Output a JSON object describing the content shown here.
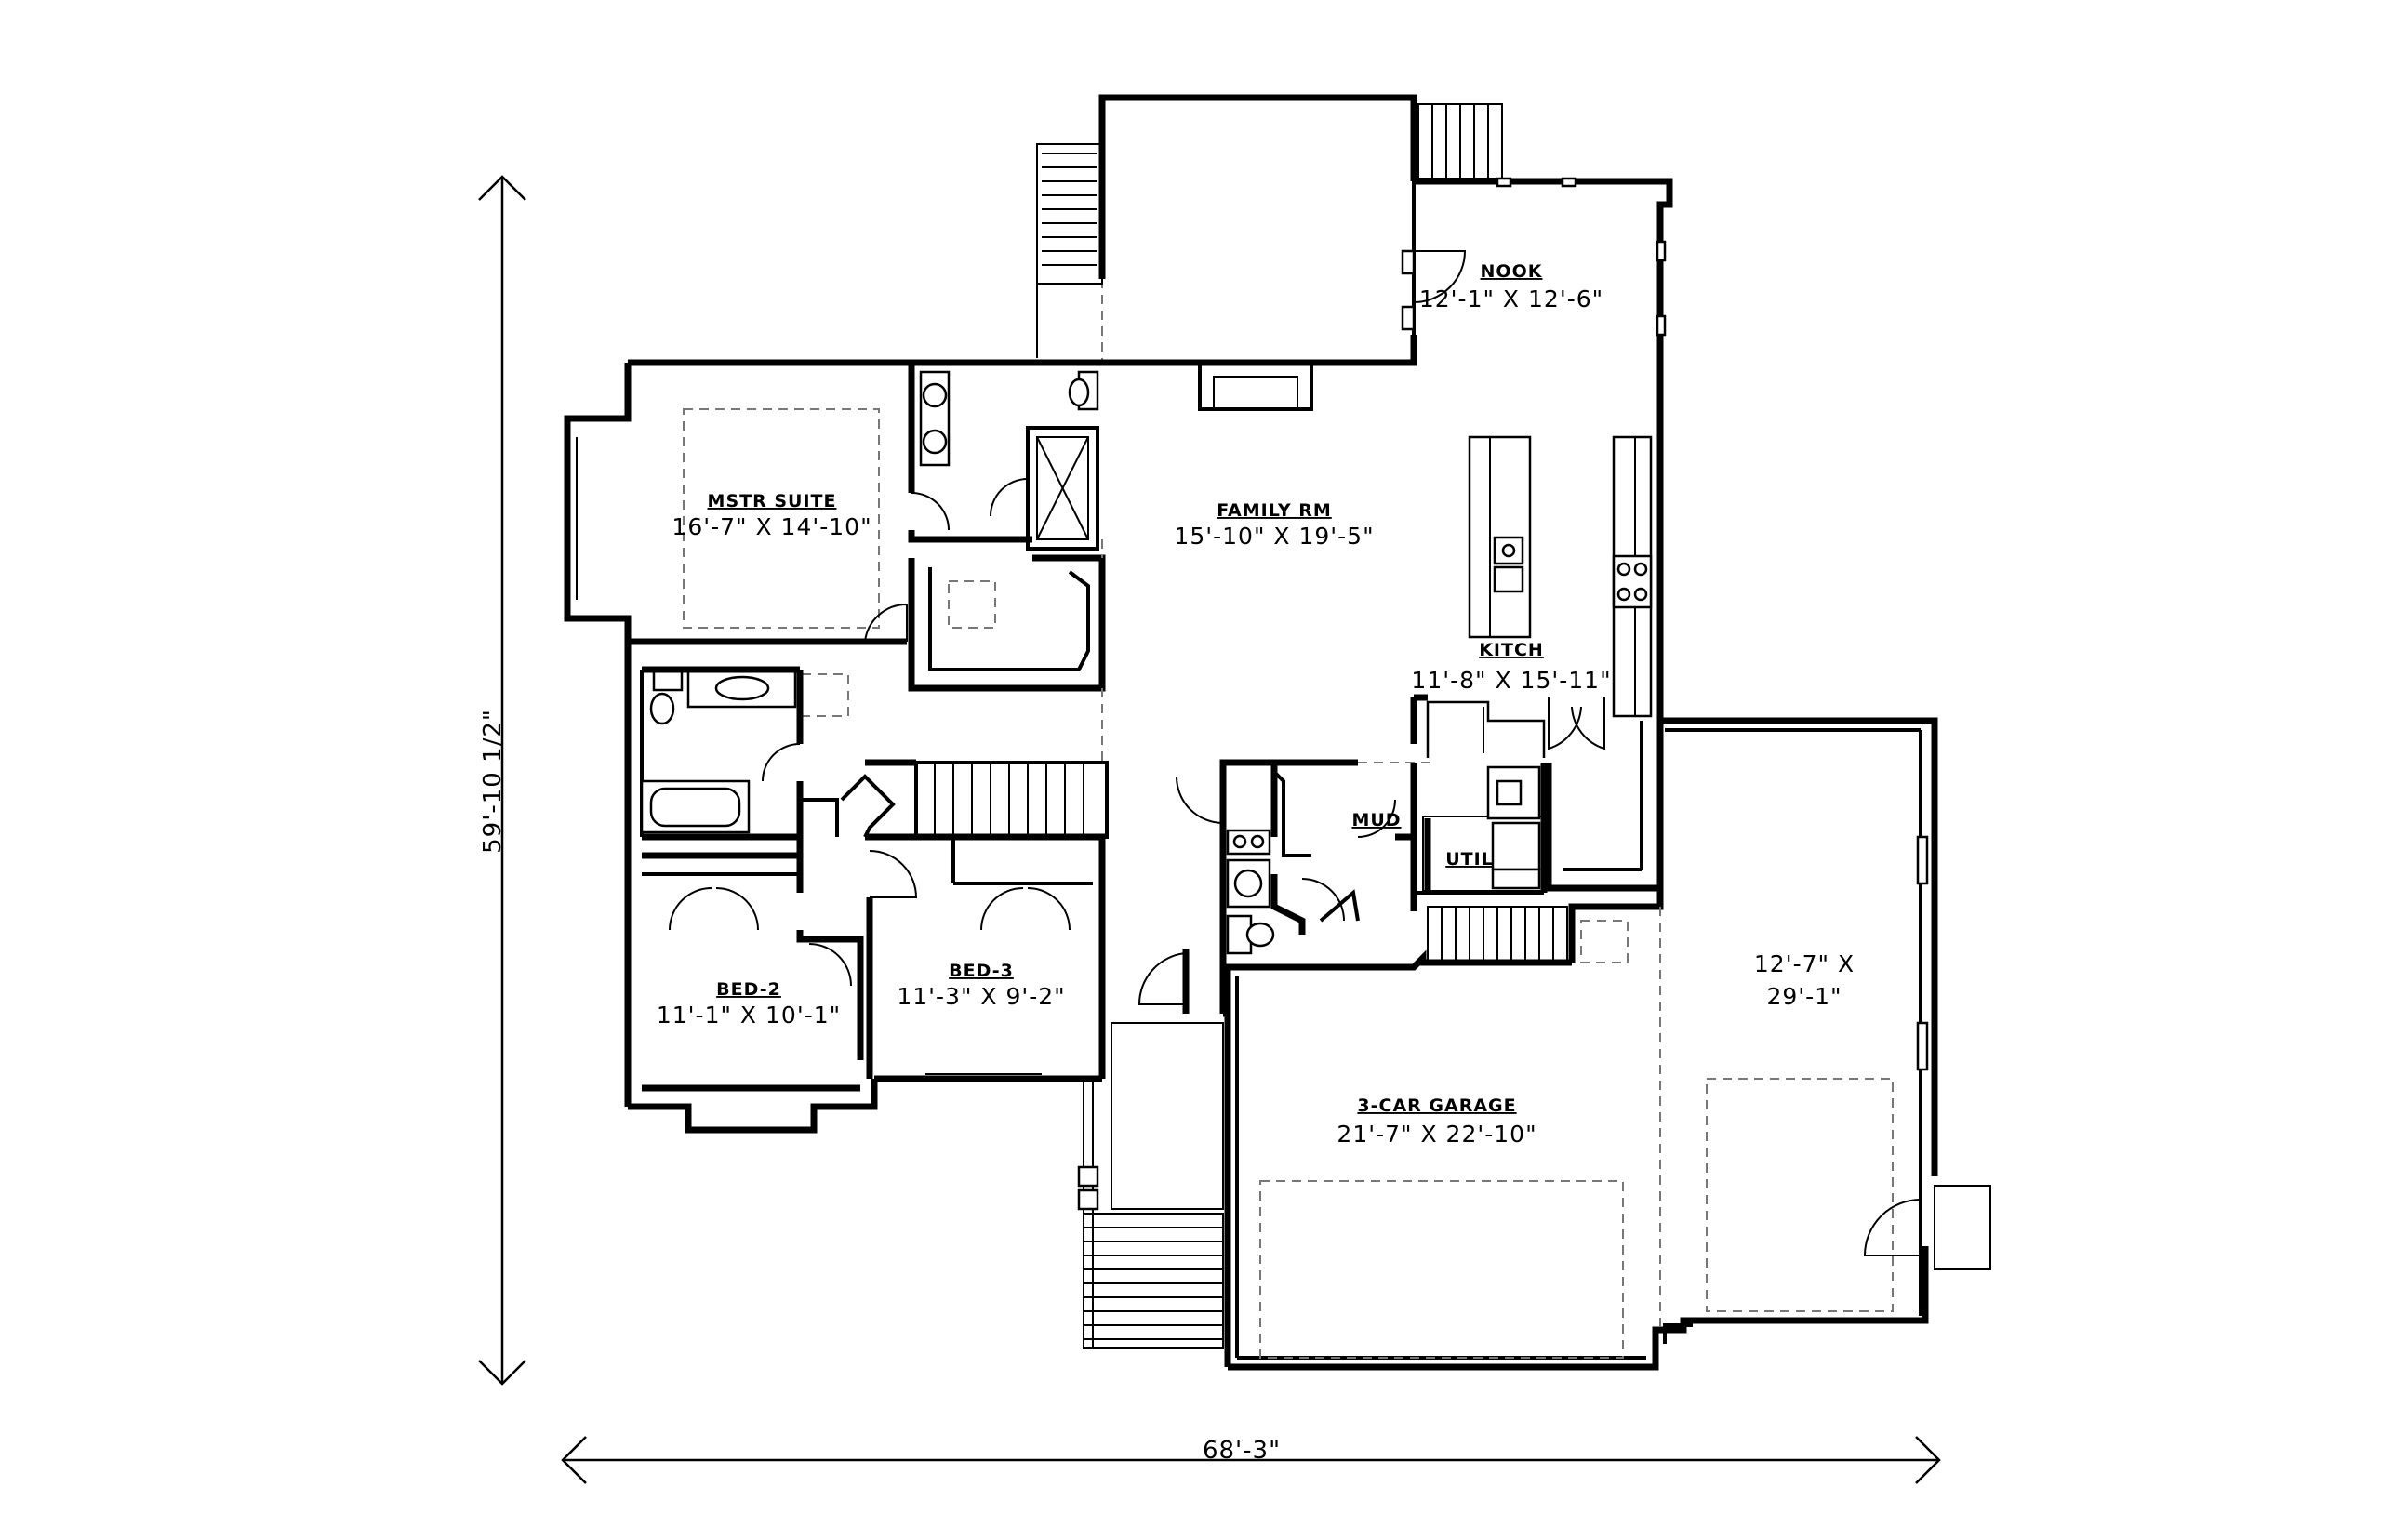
{
  "rooms": {
    "nook": {
      "name": "NOOK",
      "size": "12'-1\" X 12'-6\""
    },
    "family": {
      "name": "FAMILY RM",
      "size": "15'-10\" X 19'-5\""
    },
    "mstr": {
      "name": "MSTR SUITE",
      "size": "16'-7\" X 14'-10\""
    },
    "kitch": {
      "name": "KITCH",
      "size": "11'-8\" X 15'-11\""
    },
    "mud": {
      "name": "MUD"
    },
    "util": {
      "name": "UTIL"
    },
    "bed2": {
      "name": "BED-2",
      "size": "11'-1\" X 10'-1\""
    },
    "bed3": {
      "name": "BED-3",
      "size": "11'-3\" X 9'-2\""
    },
    "garage": {
      "name": "3-CAR GARAGE",
      "size": "21'-7\" X 22'-10\""
    },
    "bay": {
      "size_line1": "12'-7\" X",
      "size_line2": "29'-1\""
    }
  },
  "dimensions": {
    "overall_width": "68'-3\"",
    "overall_depth": "59'-10 1/2\""
  }
}
